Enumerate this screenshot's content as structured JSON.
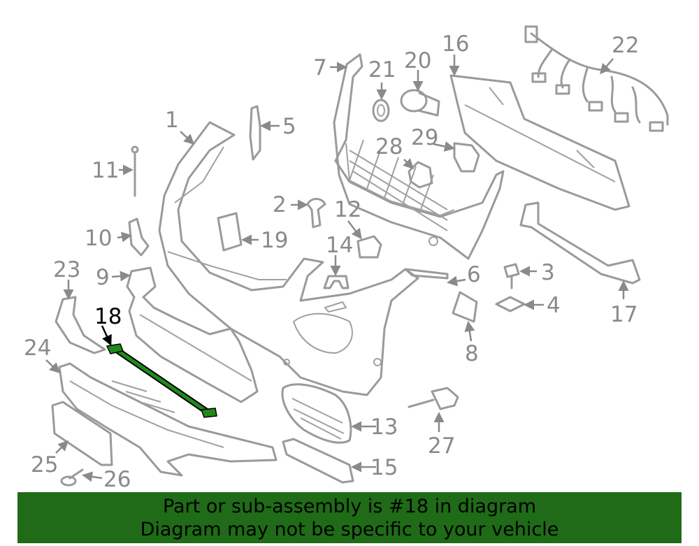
{
  "diagram": {
    "highlight_part": "18",
    "highlight_color": "#1f8a1a",
    "labels": [
      {
        "id": "1",
        "text": "1"
      },
      {
        "id": "2",
        "text": "2"
      },
      {
        "id": "3",
        "text": "3"
      },
      {
        "id": "4",
        "text": "4"
      },
      {
        "id": "5",
        "text": "5"
      },
      {
        "id": "6",
        "text": "6"
      },
      {
        "id": "7",
        "text": "7"
      },
      {
        "id": "8",
        "text": "8"
      },
      {
        "id": "9",
        "text": "9"
      },
      {
        "id": "10",
        "text": "10"
      },
      {
        "id": "11",
        "text": "11"
      },
      {
        "id": "12",
        "text": "12"
      },
      {
        "id": "13",
        "text": "13"
      },
      {
        "id": "14",
        "text": "14"
      },
      {
        "id": "15",
        "text": "15"
      },
      {
        "id": "16",
        "text": "16"
      },
      {
        "id": "17",
        "text": "17"
      },
      {
        "id": "18",
        "text": "18"
      },
      {
        "id": "19",
        "text": "19"
      },
      {
        "id": "20",
        "text": "20"
      },
      {
        "id": "21",
        "text": "21"
      },
      {
        "id": "22",
        "text": "22"
      },
      {
        "id": "23",
        "text": "23"
      },
      {
        "id": "24",
        "text": "24"
      },
      {
        "id": "25",
        "text": "25"
      },
      {
        "id": "26",
        "text": "26"
      },
      {
        "id": "27",
        "text": "27"
      },
      {
        "id": "28",
        "text": "28"
      },
      {
        "id": "29",
        "text": "29"
      }
    ]
  },
  "banner": {
    "line1": "Part or sub-assembly is #18 in diagram",
    "line2": "Diagram may not be specific to your vehicle",
    "background": "#1f6b17"
  }
}
